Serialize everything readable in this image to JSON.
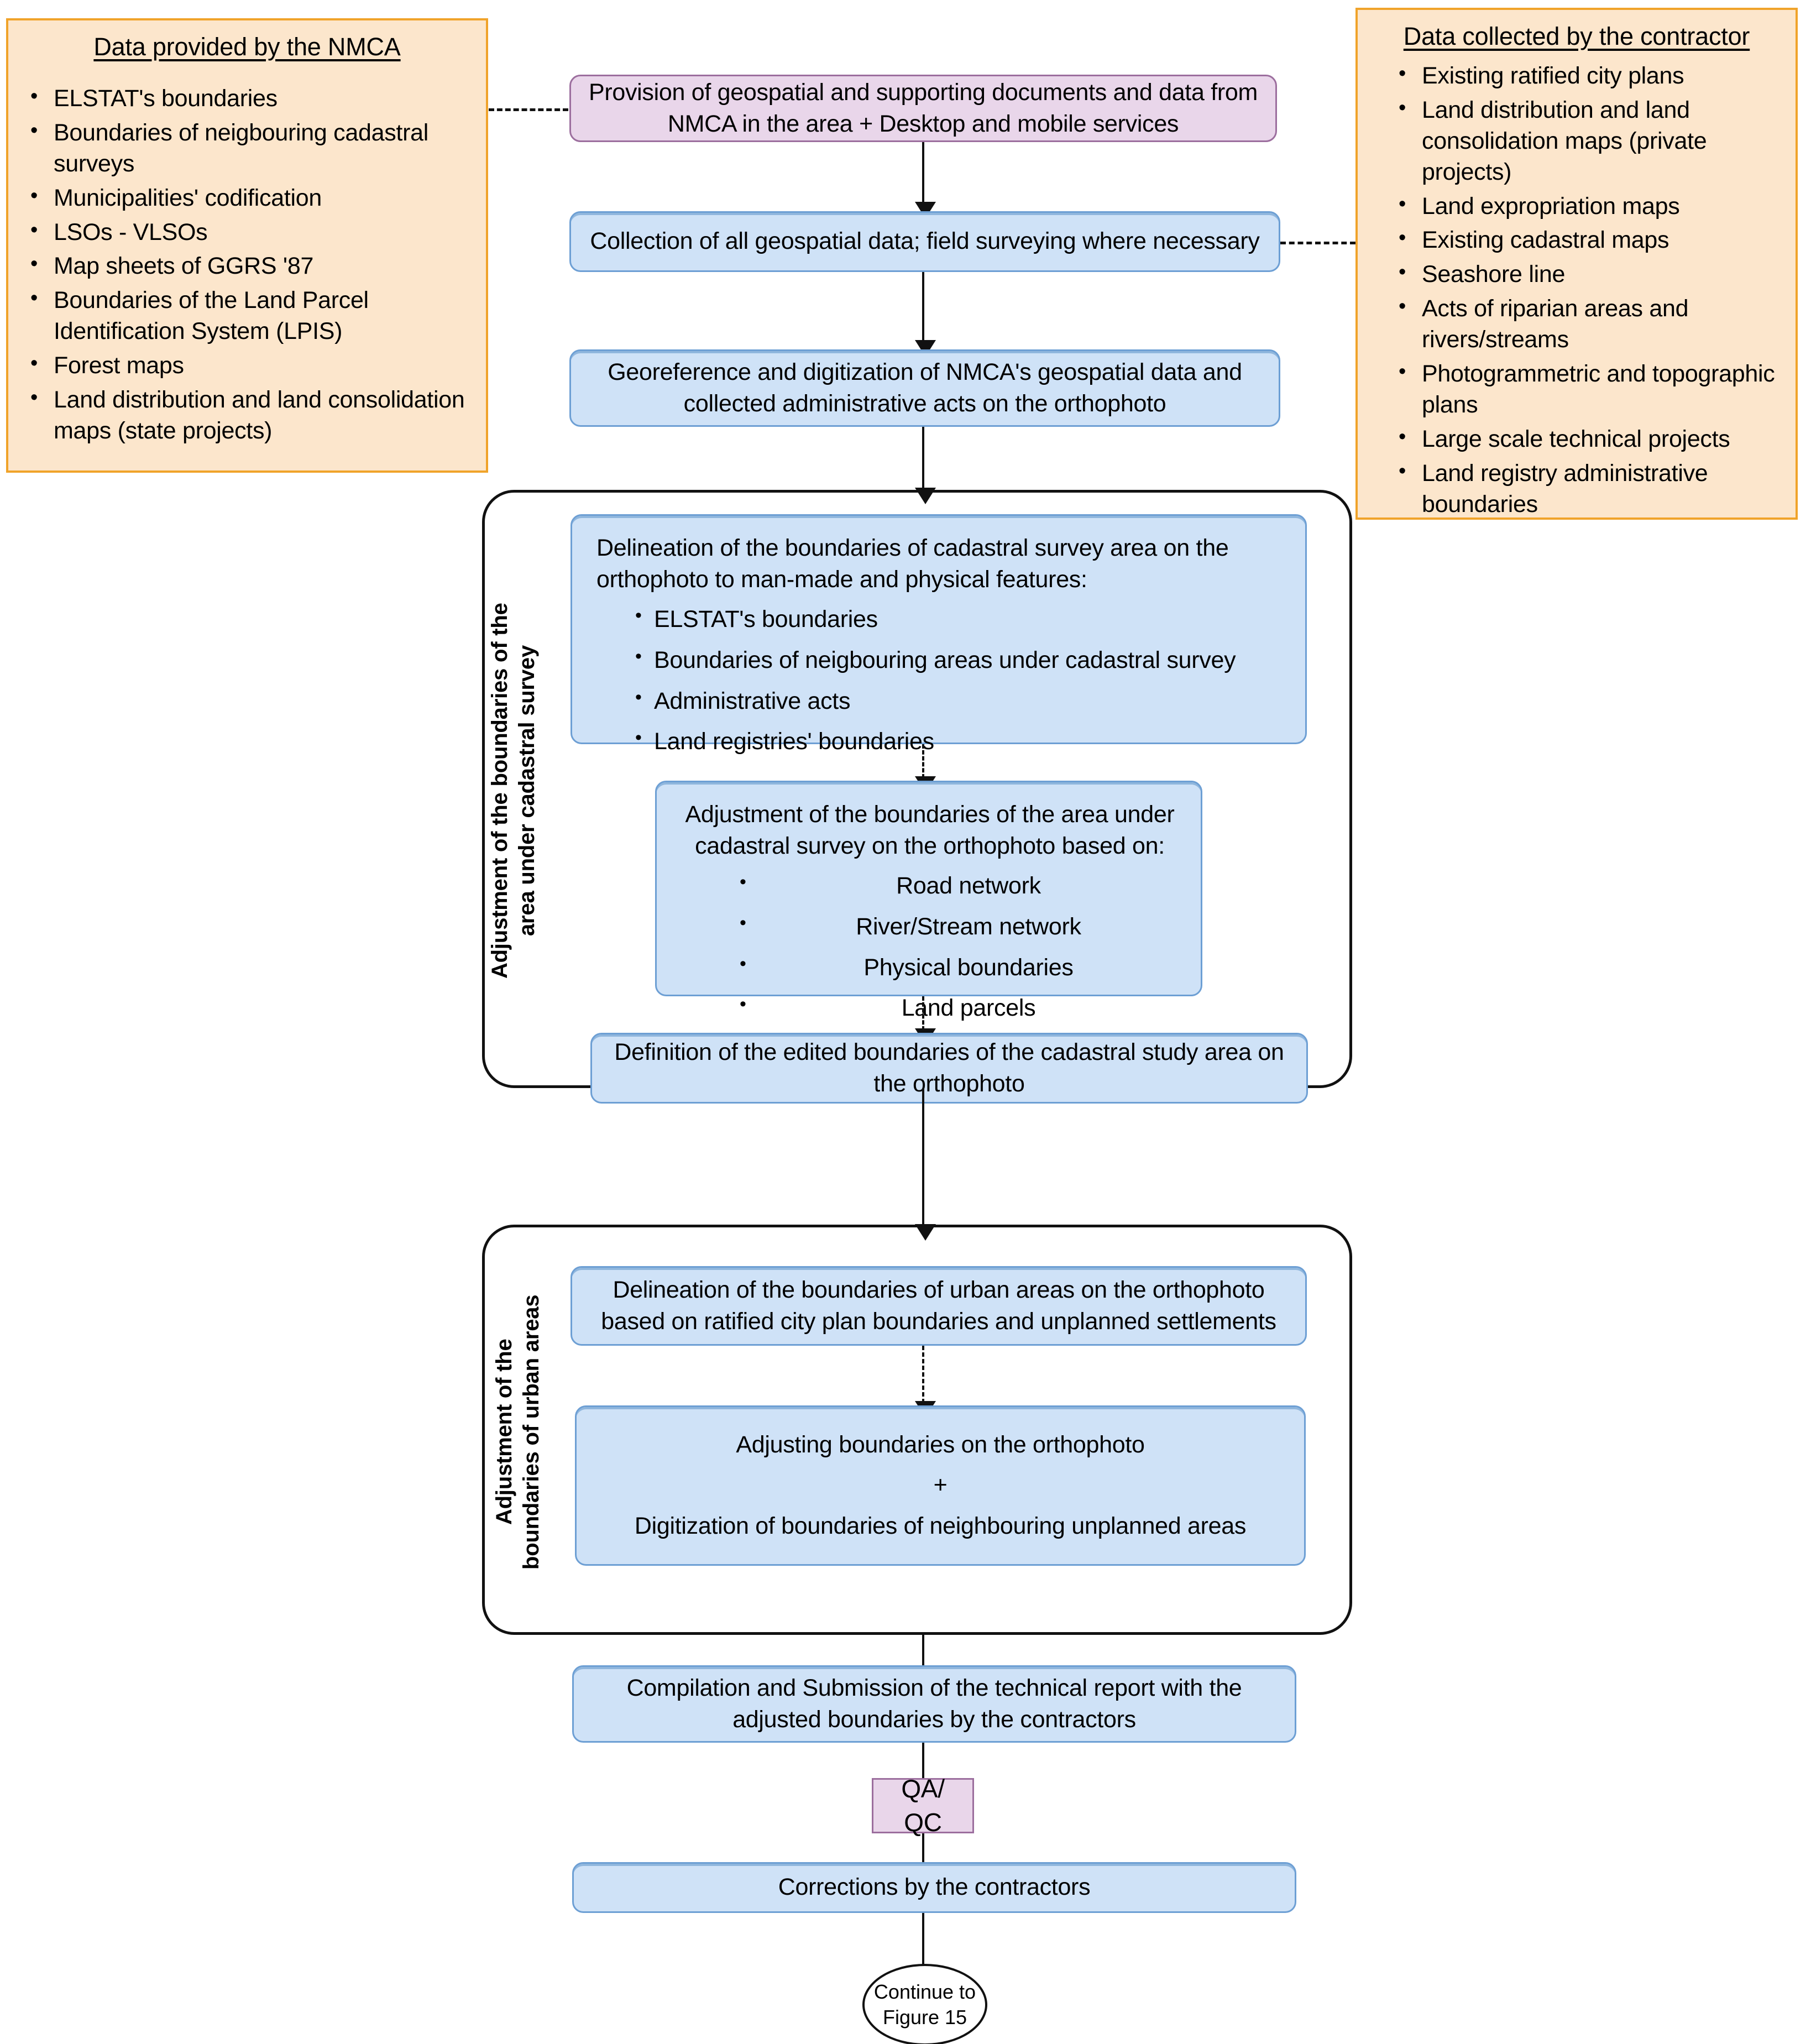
{
  "panels": {
    "left": {
      "title": "Data provided by the NMCA",
      "items": [
        "ELSTAT's boundaries",
        "Boundaries of neigbouring cadastral surveys",
        "Municipalities' codification",
        "LSOs - VLSOs",
        "Map sheets of GGRS '87",
        "Boundaries of the Land Parcel Identification System (LPIS)",
        "Forest maps",
        "Land distribution and land consolidation maps (state projects)"
      ]
    },
    "right": {
      "title": "Data collected by the contractor",
      "items": [
        "Existing ratified city plans",
        "Land distribution and land consolidation maps (private projects)",
        "Land expropriation maps",
        "Existing cadastral maps",
        "Seashore line",
        "Acts of riparian areas and rivers/streams",
        "Photogrammetric and topographic plans",
        "Large scale technical projects",
        "Land registry administrative boundaries"
      ]
    }
  },
  "flow": {
    "step_provision": "Provision of geospatial and supporting documents and data from NMCA in the area + Desktop and mobile services",
    "step_collection": "Collection of all geospatial data; field surveying where necessary",
    "step_georeference": "Georeference and digitization of NMCA's geospatial data and collected administrative acts on the orthophoto",
    "step_delineation_lead": "Delineation of the boundaries of cadastral survey area on the orthophoto to man-made and physical features:",
    "step_delineation_items": [
      "ELSTAT's boundaries",
      "Boundaries of neigbouring areas under cadastral survey",
      "Administrative acts",
      "Land registries' boundaries"
    ],
    "step_adjustment_lead": "Adjustment of the boundaries of the area under cadastral survey on the orthophoto based on:",
    "step_adjustment_items": [
      "Road network",
      "River/Stream network",
      "Physical boundaries",
      "Land parcels"
    ],
    "step_definition": "Definition of the edited boundaries of the cadastral study area on the orthophoto",
    "step_urban_delineation": "Delineation of the boundaries of urban areas on the orthophoto based on ratified city plan boundaries and unplanned settlements",
    "step_urban_adjusting_line1": "Adjusting boundaries on the orthophoto",
    "step_urban_adjusting_plus": "+",
    "step_urban_adjusting_line2": "Digitization of boundaries of neighbouring unplanned areas",
    "step_compilation": "Compilation and Submission of the technical report with the adjusted boundaries by the contractors",
    "step_qaqc": "QA/ QC",
    "step_corrections": "Corrections by the contractors",
    "terminator_line1": "Continue to",
    "terminator_line2": "Figure 15"
  },
  "groups": {
    "cadastral_label": "Adjustment of the boundaries of the\narea under cadastral survey",
    "urban_label": "Adjustment of the\nboundaries of urban areas"
  },
  "colors": {
    "panel_fill": "#fce6cc",
    "panel_border": "#f0a32a",
    "box_blue_fill": "#cfe2f7",
    "box_blue_border": "#6d9fd4",
    "box_purple_fill": "#e9d6ea",
    "box_purple_border": "#9c6e9e",
    "outline": "#111111"
  }
}
